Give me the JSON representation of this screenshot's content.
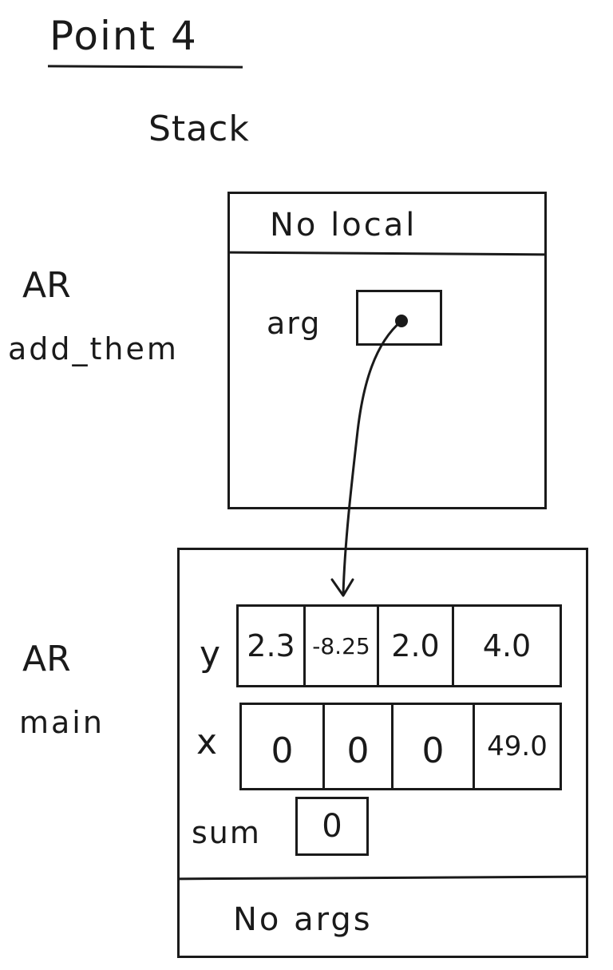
{
  "title": "Point 4",
  "stack_label": "Stack",
  "add_them_frame": {
    "ar_label": "AR",
    "ar_name": "add_them",
    "header": "No local",
    "arg_label": "arg"
  },
  "main_frame": {
    "ar_label": "AR",
    "ar_name": "main",
    "y_label": "y",
    "y_values": [
      "2.3",
      "-8.25",
      "2.0",
      "4.0"
    ],
    "x_label": "x",
    "x_values": [
      "0",
      "0",
      "0",
      "49.0"
    ],
    "sum_label": "sum",
    "sum_value": "0",
    "footer": "No args"
  }
}
